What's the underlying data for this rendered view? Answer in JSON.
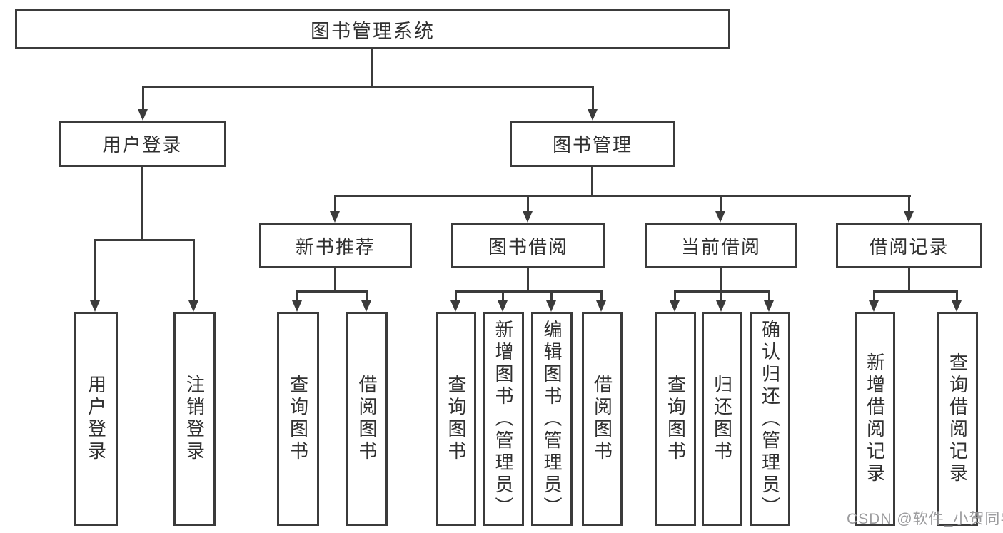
{
  "tree": {
    "root": {
      "label": "图书管理系统"
    },
    "branches": [
      {
        "label": "用户登录",
        "children": [
          {
            "label": "用户登录"
          },
          {
            "label": "注销登录"
          }
        ]
      },
      {
        "label": "图书管理",
        "children": [
          {
            "label": "新书推荐",
            "children": [
              {
                "label": "查询图书"
              },
              {
                "label": "借阅图书"
              }
            ]
          },
          {
            "label": "图书借阅",
            "children": [
              {
                "label": "查询图书"
              },
              {
                "label": "新增图书（管理员）"
              },
              {
                "label": "编辑图书（管理员）"
              },
              {
                "label": "借阅图书"
              }
            ]
          },
          {
            "label": "当前借阅",
            "children": [
              {
                "label": "查询图书"
              },
              {
                "label": "归还图书"
              },
              {
                "label": "确认归还（管理员）"
              }
            ]
          },
          {
            "label": "借阅记录",
            "children": [
              {
                "label": "新增借阅记录"
              },
              {
                "label": "查询借阅记录"
              }
            ]
          }
        ]
      }
    ]
  },
  "watermark": {
    "text": "CSDN @软件_小贺同学"
  },
  "colors": {
    "line": "#3b3b3b",
    "text": "#303030",
    "box_bg": "#ffffff",
    "watermark": "#9c9c9e",
    "page_bg": "#ffffff"
  }
}
